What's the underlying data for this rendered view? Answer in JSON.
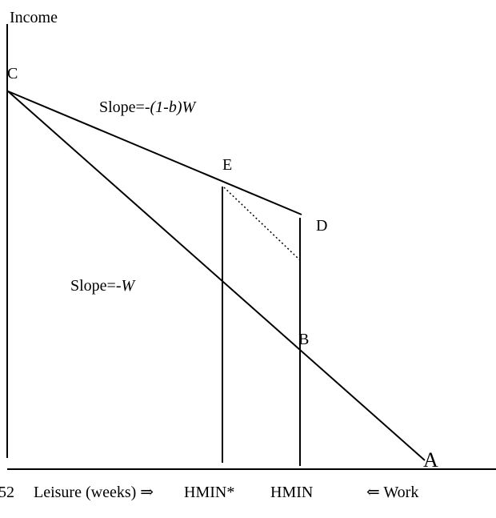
{
  "axes": {
    "y_label": "Income",
    "x_label": "Leisure (weeks) ⇒",
    "x_left": "52",
    "work_label": "⇐ Work"
  },
  "points": {
    "A": "A",
    "B": "B",
    "C": "C",
    "D": "D",
    "E": "E"
  },
  "slopes": {
    "upper_prefix": "Slope=-",
    "upper_italic": "(1-b)W",
    "lower_prefix": "Slope=-",
    "lower_italic": "W"
  },
  "ticks": {
    "hmin_star": "HMIN*",
    "hmin": "HMIN"
  }
}
